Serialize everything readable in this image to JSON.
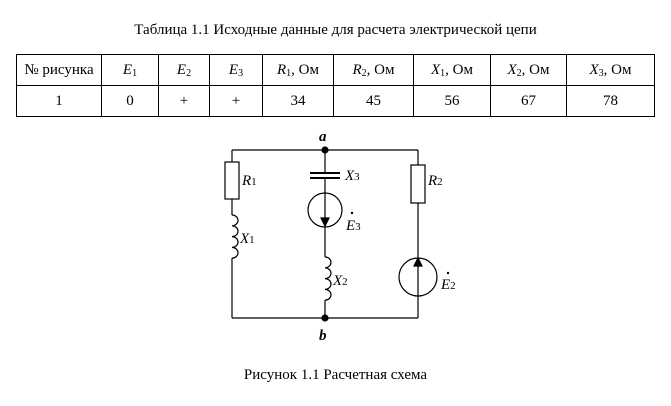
{
  "table": {
    "title": "Таблица 1.1 Исходные данные для расчета электрической цепи",
    "headers": [
      {
        "sym": "",
        "sub": "",
        "unit": "№ рисунка"
      },
      {
        "sym": "E",
        "sub": "1",
        "unit": ""
      },
      {
        "sym": "E",
        "sub": "2",
        "unit": ""
      },
      {
        "sym": "E",
        "sub": "3",
        "unit": ""
      },
      {
        "sym": "R",
        "sub": "1",
        "unit": ", Ом"
      },
      {
        "sym": "R",
        "sub": "2",
        "unit": ", Ом"
      },
      {
        "sym": "X",
        "sub": "1",
        "unit": ", Ом"
      },
      {
        "sym": "X",
        "sub": "2",
        "unit": ", Ом"
      },
      {
        "sym": "X",
        "sub": "3",
        "unit": ", Ом"
      }
    ],
    "row": [
      "1",
      "0",
      "+",
      "+",
      "34",
      "45",
      "56",
      "67",
      "78"
    ]
  },
  "circuit": {
    "node_a": "a",
    "node_b": "b",
    "R1": "R",
    "R1_sub": "1",
    "X1": "X",
    "X1_sub": "1",
    "X3": "X",
    "X3_sub": "3",
    "E3": "E",
    "E3_sub": "3",
    "X2": "X",
    "X2_sub": "2",
    "R2": "R",
    "R2_sub": "2",
    "E2": "E",
    "E2_sub": "2"
  },
  "figure_caption": "Рисунок 1.1 Расчетная схема"
}
